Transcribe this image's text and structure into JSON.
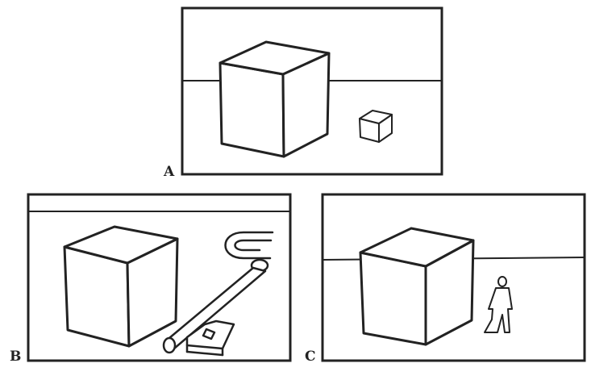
{
  "panels": [
    {
      "id": "A",
      "label": "A"
    },
    {
      "id": "B",
      "label": "B"
    },
    {
      "id": "C",
      "label": "C"
    }
  ],
  "colors": {
    "line": "#222222",
    "background": "#ffffff"
  },
  "icons": [
    "cube-icon",
    "small-cube-icon",
    "key-icon",
    "person-icon"
  ]
}
